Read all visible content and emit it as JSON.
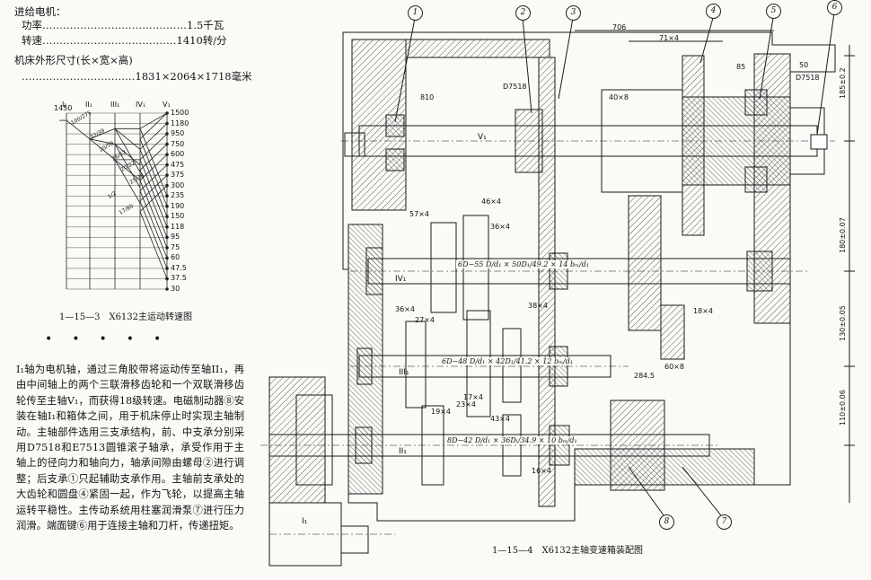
{
  "specs": {
    "motor_header": "进给电机：",
    "power": "功率",
    "power_leader": "……………………………………1.5千瓦",
    "speed": "转速",
    "speed_leader": "…………………………………1410转/分",
    "dims_label": "机床外形尺寸(长×宽×高)",
    "dims_value": "……………………………1831×2064×1718毫米"
  },
  "speed_chart": {
    "column_labels": [
      "I₁",
      "II₁",
      "III₁",
      "IV₁",
      "V₁"
    ],
    "input_speed": "1450",
    "speeds": [
      "1500",
      "1180",
      "950",
      "750",
      "600",
      "475",
      "375",
      "300",
      "235",
      "190",
      "150",
      "118",
      "95",
      "75",
      "60",
      "47.5",
      "37.5",
      "30"
    ],
    "ratio_labels": [
      "100/275",
      "32/39",
      "20/50",
      "26/52",
      "20/22",
      "25/38",
      "1/2",
      "17/80"
    ],
    "caption": "1—15—3　X6132主运动转速图"
  },
  "body": {
    "paragraph": "I₁轴为电机轴，通过三角胶带将运动传至轴II₁，再由中间轴上的两个三联滑移齿轮和一个双联滑移齿轮传至主轴V₁，而获得18级转速。电磁制动器⑧安装在轴I₁和箱体之间，用于机床停止时实现主轴制动。主轴部件选用三支承结构，前、中支承分别采用D7518和E7513圆锥滚子轴承，承受作用于主轴上的径向力和轴向力，轴承间隙由螺母②进行调整；后支承①只起辅助支承作用。主轴前支承处的大齿轮和圆盘④紧固一起，作为飞轮，以提高主轴运转平稳性。主传动系统用柱塞润滑泵⑦进行压力润滑。端面键⑥用于连接主轴和刀杆，传递扭矩。"
  },
  "drawing": {
    "caption": "1—15—4　X6132主轴变速箱装配图",
    "callouts": [
      "1",
      "2",
      "3",
      "4",
      "5",
      "6",
      "7",
      "8"
    ],
    "dimensions": {
      "d706": "706",
      "d71x4": "71×4",
      "d810": "810",
      "d40x8": "40×8",
      "d46x4": "46×4",
      "d57x4": "57×4",
      "d36x4_a": "36×4",
      "d36x4_b": "36×4",
      "d27x4": "27×4",
      "d38x4": "38×4",
      "d18x4": "18×4",
      "d60x8": "60×8",
      "d284": "284.5",
      "d19x4": "19×4",
      "d23x4": "23×4",
      "d17x4": "17×4",
      "d43x4": "43×4",
      "d16x4": "16×4",
      "d85": "85",
      "d50": "50",
      "bearing_a": "D7518",
      "bearing_b": "D7518"
    },
    "vertical_dims": {
      "v1": "185±0.2",
      "v2": "180±0.07",
      "v3": "130±0.05",
      "v4": "110±0.06"
    },
    "shaft_labels": {
      "v": "V₁",
      "iv": "IV₁",
      "iii": "III₁",
      "ii": "II₁",
      "i": "I₁"
    },
    "formulas": {
      "f_iv": "6D−55 D/d₁ × 50D₁/49.2 × 14 bₘ/d₁",
      "f_iii": "6D−48 D/d₁ × 42D₁/41.2 × 12 bₘ/d₁",
      "f_ii": "8D−42 D/d₁ × 36Dₗ/34.9 × 10 bₘ/d₁"
    }
  }
}
